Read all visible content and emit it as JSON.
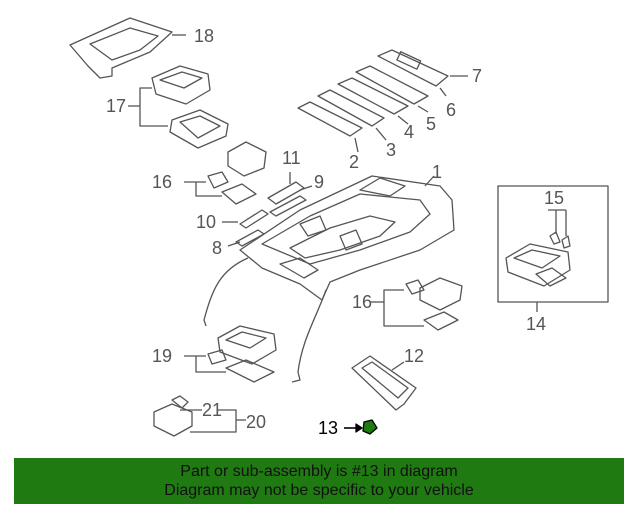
{
  "diagram": {
    "labels": [
      "1",
      "2",
      "3",
      "4",
      "5",
      "6",
      "7",
      "8",
      "9",
      "10",
      "11",
      "12",
      "13",
      "14",
      "15",
      "16",
      "17",
      "18",
      "19",
      "20",
      "21"
    ],
    "highlight_label": "13"
  },
  "banner": {
    "line1": "Part or sub-assembly is #13 in diagram",
    "line2": "Diagram may not be specific to your vehicle"
  },
  "colors": {
    "banner_bg": "#1f7a12",
    "highlight_part": "#1f7a12",
    "line": "#555555"
  }
}
